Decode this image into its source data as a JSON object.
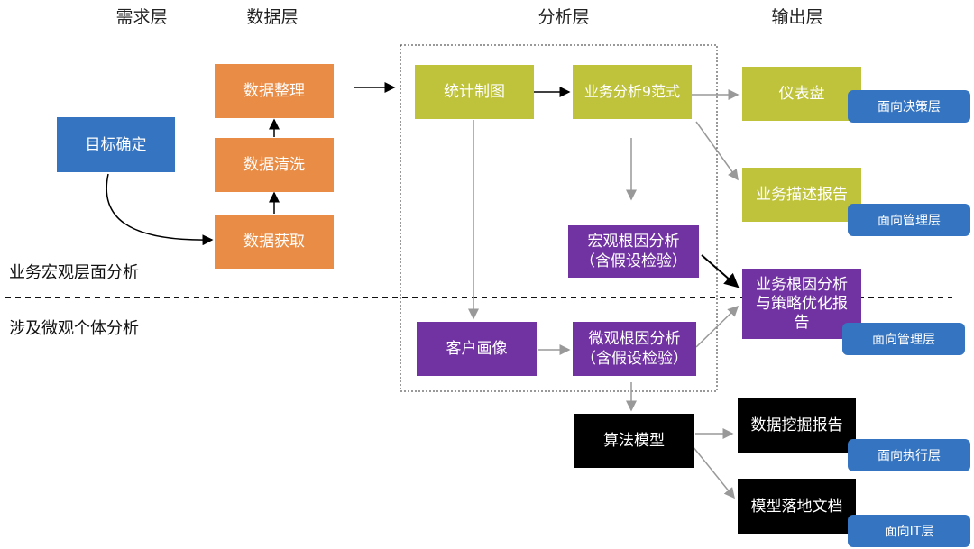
{
  "headers": {
    "demand": "需求层",
    "data": "数据层",
    "analysis": "分析层",
    "output": "输出层"
  },
  "side_labels": {
    "macro": "业务宏观层面分析",
    "micro": "涉及微观个体分析"
  },
  "nodes": {
    "goal": "目标确定",
    "acquire": "数据获取",
    "clean": "数据清洗",
    "organize": "数据整理",
    "stats_chart": "统计制图",
    "nine_paradigm": "业务分析9范式",
    "macro_root": [
      "宏观根因分析",
      "（含假设检验）"
    ],
    "customer_profile": "客户画像",
    "micro_root": [
      "微观根因分析",
      "（含假设检验）"
    ],
    "algo_model": "算法模型",
    "dashboard": "仪表盘",
    "describe_report": "业务描述报告",
    "root_report": [
      "业务根因分析",
      "与策略优化报",
      "告"
    ],
    "mining_report": "数据挖掘报告",
    "model_doc": "模型落地文档"
  },
  "audiences": {
    "dashboard": "面向决策层",
    "describe_report": "面向管理层",
    "root_report": "面向管理层",
    "mining_report": "面向执行层",
    "model_doc": "面向IT层"
  },
  "colors": {
    "orange": "#E98C45",
    "blue": "#3574C0",
    "olive": "#BEC33B",
    "purple": "#7133A1",
    "black": "#000000"
  }
}
